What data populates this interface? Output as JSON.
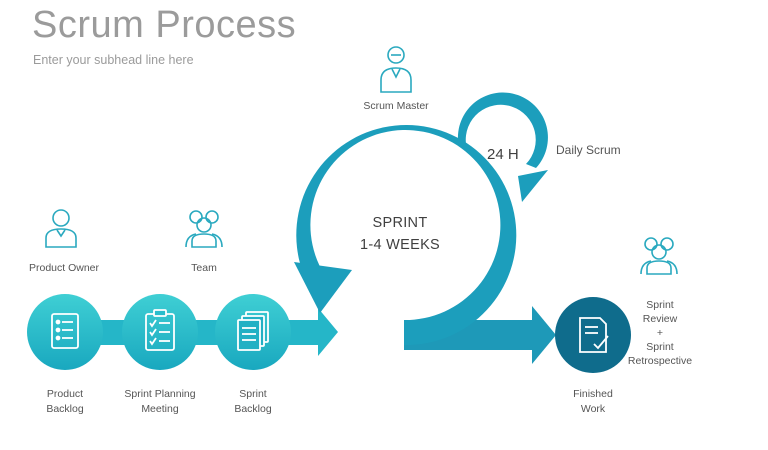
{
  "header": {
    "title": "Scrum Process",
    "subtitle": "Enter your subhead line here"
  },
  "roles": {
    "product_owner": "Product Owner",
    "team": "Team",
    "scrum_master": "Scrum Master"
  },
  "steps": [
    {
      "line1": "Product",
      "line2": "Backlog",
      "icon": "document-list-icon"
    },
    {
      "line1": "Sprint Planning",
      "line2": "Meeting",
      "icon": "clipboard-checklist-icon"
    },
    {
      "line1": "Sprint",
      "line2": "Backlog",
      "icon": "stacked-documents-icon"
    }
  ],
  "sprint": {
    "line1": "SPRINT",
    "line2": "1-4 WEEKS"
  },
  "daily": {
    "hours": "24 H",
    "label": "Daily Scrum"
  },
  "finished": {
    "line1": "Finished",
    "line2": "Work",
    "icon": "document-check-icon"
  },
  "review": {
    "line1": "Sprint",
    "line2": "Review",
    "plus1": "+",
    "line3": "Sprint",
    "line4": "Retrospective"
  },
  "colors": {
    "teal": "#1aa5bd",
    "teal_light": "#29c3cf",
    "dark_blue": "#0f6c8c",
    "text": "#555555",
    "title": "#9b9b9b"
  }
}
